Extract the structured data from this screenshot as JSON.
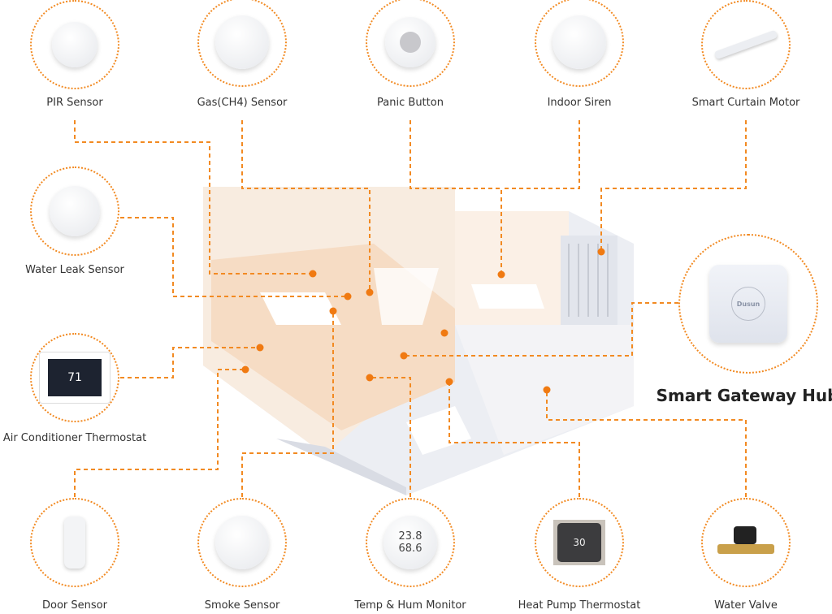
{
  "devices": {
    "pir": "PIR Sensor",
    "gas": "Gas(CH4) Sensor",
    "panic": "Panic Button",
    "siren": "Indoor Siren",
    "curtain": "Smart Curtain Motor",
    "leak": "Water Leak Sensor",
    "ac": "Air Conditioner Thermostat",
    "hub": "Smart Gateway Hub",
    "door": "Door Sensor",
    "smoke": "Smoke Sensor",
    "temp": "Temp & Hum Monitor",
    "heat": "Heat Pump Thermostat",
    "valve": "Water Valve"
  },
  "hub_brand": "Dusun",
  "ac_display": "71",
  "temp_display": {
    "temp": "23.8",
    "hum": "68.6"
  },
  "heat_display": "30",
  "colors": {
    "accent": "#f28a22"
  }
}
